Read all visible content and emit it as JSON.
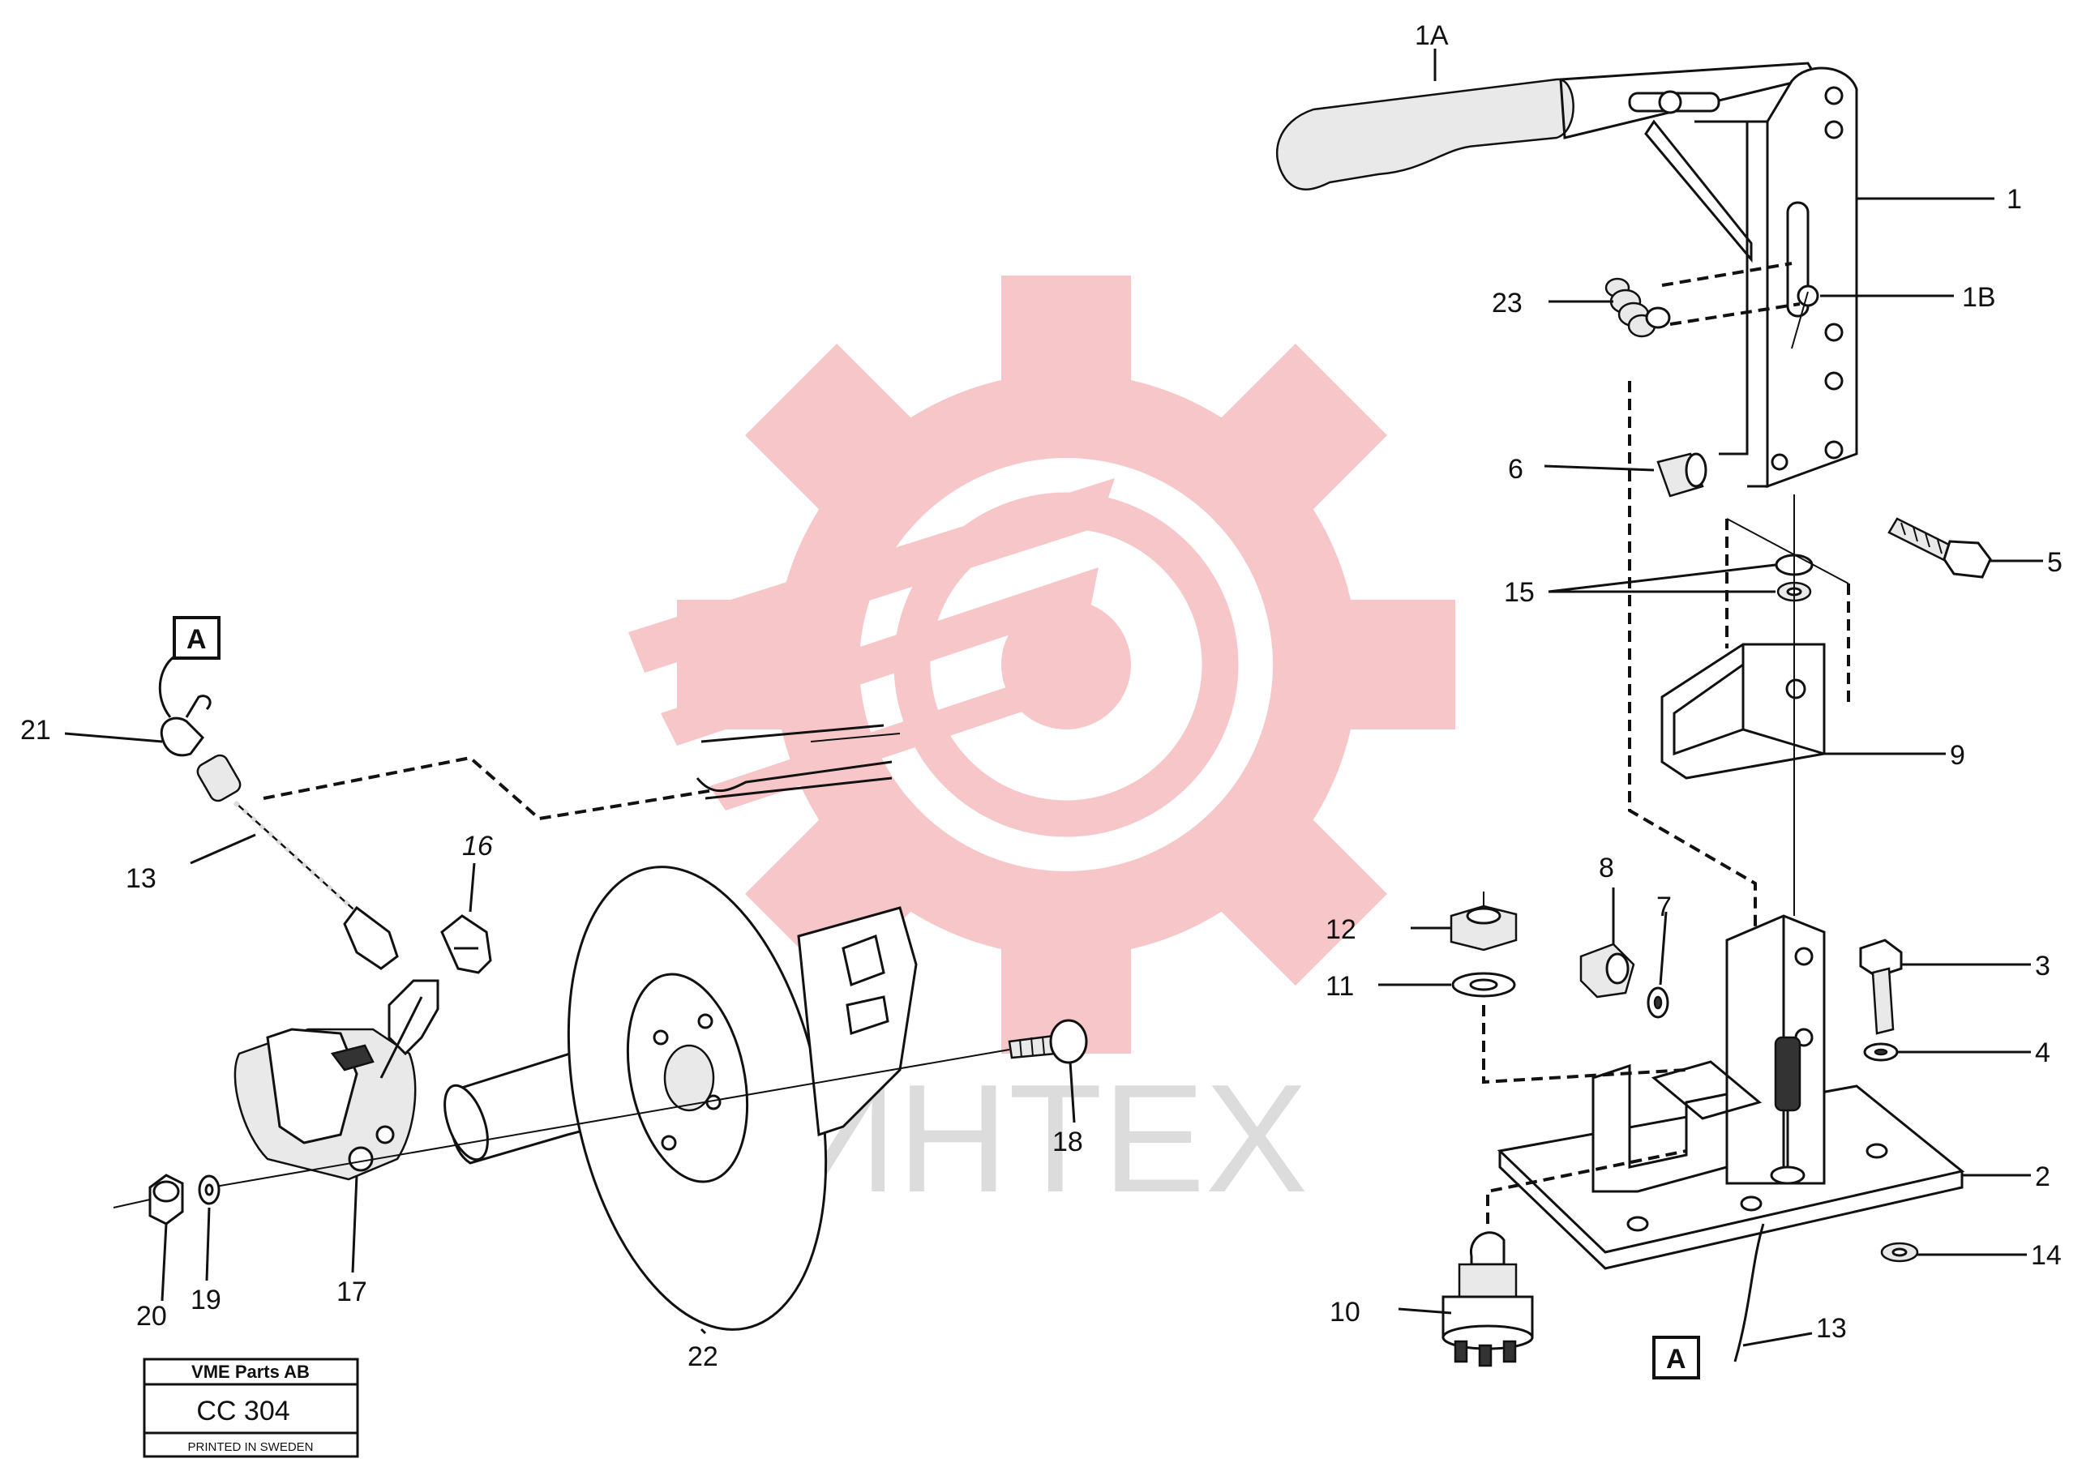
{
  "watermark": {
    "text": "ИНТЕХ",
    "color": "#f7c6c8"
  },
  "title_block": {
    "company": "VME Parts AB",
    "code": "CC 304",
    "footer": "PRINTED IN SWEDEN"
  },
  "reference_marks": {
    "A_left": "A",
    "A_right": "A"
  },
  "callouts": {
    "c1A": "1A",
    "c1": "1",
    "c1B": "1B",
    "c23": "23",
    "c6": "6",
    "c5": "5",
    "c15": "15",
    "c9": "9",
    "c8": "8",
    "c7": "7",
    "c12": "12",
    "c11": "11",
    "c3": "3",
    "c4": "4",
    "c2": "2",
    "c14": "14",
    "c10": "10",
    "c13_right": "13",
    "c21": "21",
    "c13_left": "13",
    "c16": "16",
    "c18": "18",
    "c20": "20",
    "c19": "19",
    "c17": "17",
    "c22": "22"
  }
}
